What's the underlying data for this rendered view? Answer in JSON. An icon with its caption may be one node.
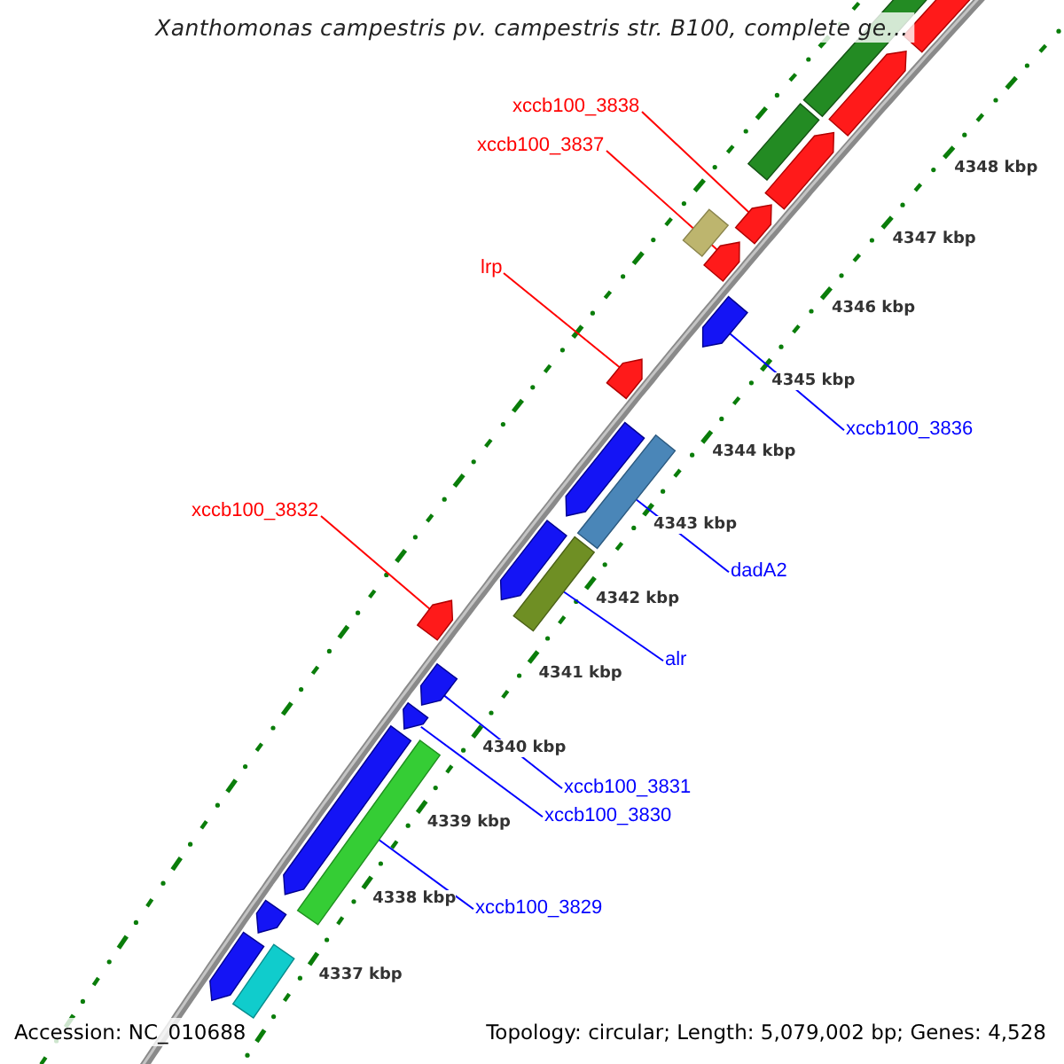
{
  "diagram": {
    "title": "Xanthomonas campestris pv. campestris str. B100, complete ge...",
    "nodes": [
      {
        "text": [
          "xccb100_3838"
        ]
      },
      {
        "text": [
          "xccb100_3837"
        ]
      },
      {
        "text": [
          "lrp"
        ]
      },
      {
        "text": [
          "xccb100_3836"
        ]
      },
      {
        "text": [
          "xccb100_3832"
        ]
      },
      {
        "text": [
          "dadA2"
        ]
      },
      {
        "text": [
          "alr"
        ]
      },
      {
        "text": [
          "xccb100_3831"
        ]
      },
      {
        "text": [
          "xccb100_3830"
        ]
      },
      {
        "text": [
          "xccb100_3829"
        ]
      },
      {
        "text": [],
        "shape": "arrow"
      },
      {
        "text": [],
        "shape": "arrow"
      },
      {
        "text": [],
        "shape": "arrow"
      },
      {
        "text": [],
        "shape": "arrow"
      },
      {
        "text": [],
        "shape": "arrow"
      },
      {
        "text": [],
        "shape": "box"
      },
      {
        "text": [],
        "shape": "box"
      },
      {
        "text": [],
        "shape": "arrow"
      },
      {
        "text": [],
        "shape": "arrow"
      },
      {
        "text": [],
        "shape": "box"
      },
      {
        "text": [],
        "shape": "arrow"
      },
      {
        "text": [],
        "shape": "arrow"
      },
      {
        "text": [],
        "shape": "arrow"
      },
      {
        "text": [],
        "shape": "box"
      },
      {
        "text": [],
        "shape": "box"
      },
      {
        "text": [],
        "shape": "box"
      },
      {
        "text": [],
        "shape": "arrow"
      },
      {
        "text": [],
        "shape": "arrow"
      },
      {
        "text": [],
        "shape": "arrow"
      },
      {
        "text": [],
        "shape": "arrow"
      },
      {
        "text": [],
        "shape": "arrow"
      },
      {
        "text": [],
        "shape": "box"
      }
    ],
    "edges": [
      {
        "from": 0,
        "to": 10,
        "arrow": "none",
        "color": "#ff0000"
      },
      {
        "from": 1,
        "to": 11,
        "arrow": "none",
        "color": "#ff0000"
      },
      {
        "from": 2,
        "to": 12,
        "arrow": "none",
        "color": "#ff0000"
      },
      {
        "from": 3,
        "to": 13,
        "arrow": "none"
      },
      {
        "from": 4,
        "to": 14,
        "arrow": "none",
        "color": "#ff0000"
      },
      {
        "from": 5,
        "to": 15,
        "arrow": "none"
      },
      {
        "from": 6,
        "to": 16,
        "arrow": "none"
      },
      {
        "from": 7,
        "to": 17,
        "arrow": "none"
      },
      {
        "from": 8,
        "to": 18,
        "arrow": "none"
      },
      {
        "from": 9,
        "to": 19,
        "arrow": "none"
      }
    ],
    "labels": [
      "4348 kbp",
      "4347 kbp",
      "4346 kbp",
      "4345 kbp",
      "4344 kbp",
      "4343 kbp",
      "4342 kbp",
      "4341 kbp",
      "4340 kbp",
      "4339 kbp",
      "4338 kbp",
      "4337 kbp",
      "Accession: NC_010688",
      "Topology: circular; Length: 5,079,002 bp; Genes: 4,528"
    ]
  }
}
